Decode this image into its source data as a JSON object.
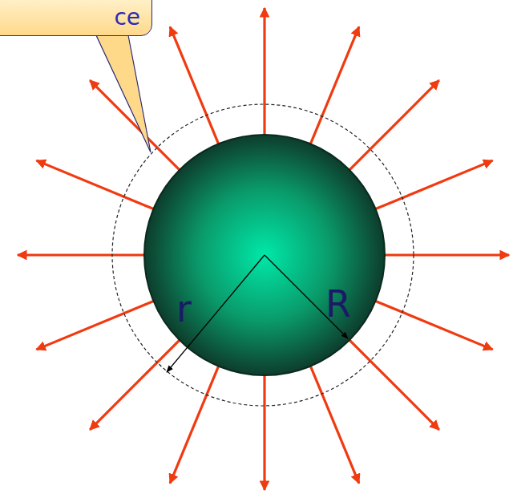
{
  "diagram": {
    "nodes": [
      {
        "text": [
          "ce"
        ]
      }
    ],
    "labels": [
      "R",
      "r"
    ]
  }
}
